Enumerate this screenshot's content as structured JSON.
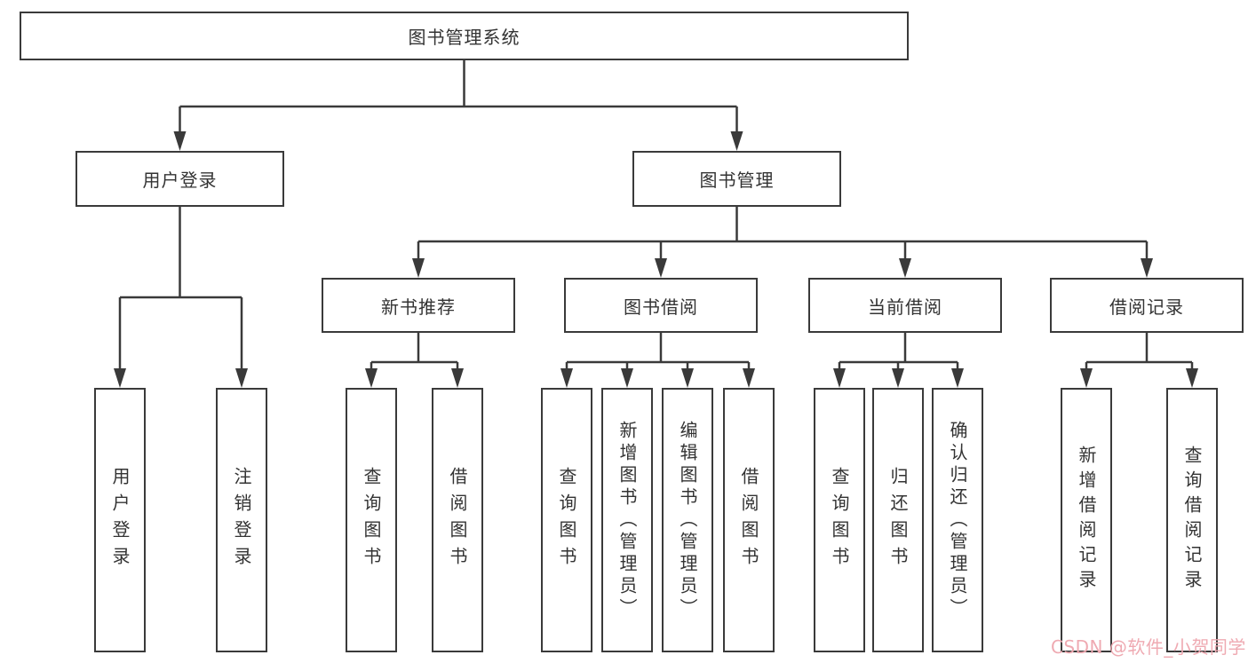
{
  "diagram": {
    "type": "hierarchy-diagram",
    "title": "图书管理系统"
  },
  "tree": {
    "label": "图书管理系统",
    "children": [
      {
        "label": "用户登录",
        "children": [
          {
            "label": "用户登录"
          },
          {
            "label": "注销登录"
          }
        ]
      },
      {
        "label": "图书管理",
        "children": [
          {
            "label": "新书推荐",
            "children": [
              {
                "label": "查询图书"
              },
              {
                "label": "借阅图书"
              }
            ]
          },
          {
            "label": "图书借阅",
            "children": [
              {
                "label": "查询图书"
              },
              {
                "label": "新增图书（管理员）"
              },
              {
                "label": "编辑图书（管理员）"
              },
              {
                "label": "借阅图书"
              }
            ]
          },
          {
            "label": "当前借阅",
            "children": [
              {
                "label": "查询图书"
              },
              {
                "label": "归还图书"
              },
              {
                "label": "确认归还（管理员）"
              }
            ]
          },
          {
            "label": "借阅记录",
            "children": [
              {
                "label": "新增借阅记录"
              },
              {
                "label": "查询借阅记录"
              }
            ]
          }
        ]
      }
    ]
  },
  "colors": {
    "line": "#3a3a3a",
    "text": "#333333",
    "background": "#ffffff",
    "watermark": "#efaab2"
  },
  "watermark": {
    "text": "CSDN @软件_小贺同学"
  }
}
